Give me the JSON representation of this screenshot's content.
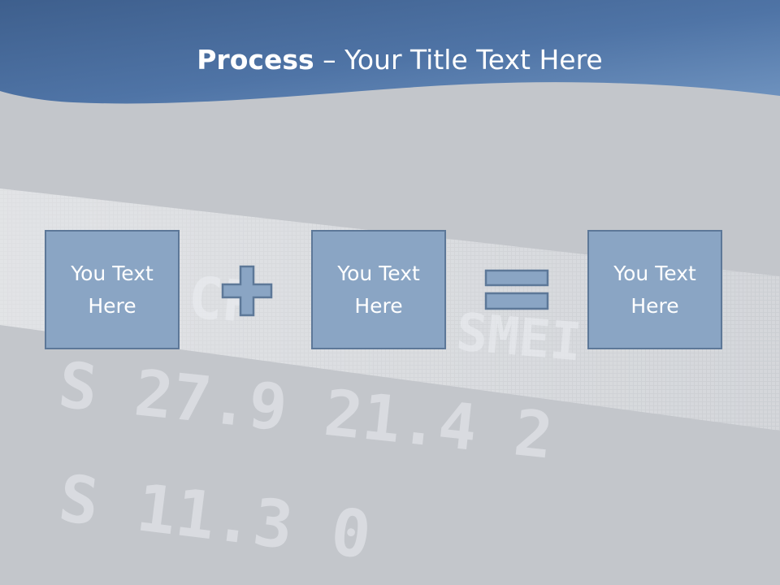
{
  "slide": {
    "title_bold": "Process",
    "title_rest": " – Your Title Text Here"
  },
  "process": {
    "boxes": [
      {
        "text": "You Text\nHere"
      },
      {
        "text": "You Text\nHere"
      },
      {
        "text": "You Text\nHere"
      }
    ],
    "operators": [
      "plus-icon",
      "equals-icon"
    ]
  },
  "colors": {
    "header_blue": "#4f73a3",
    "box_fill": "#8aa5c4",
    "box_border": "#5d7898",
    "background": "#c3c6cb"
  }
}
